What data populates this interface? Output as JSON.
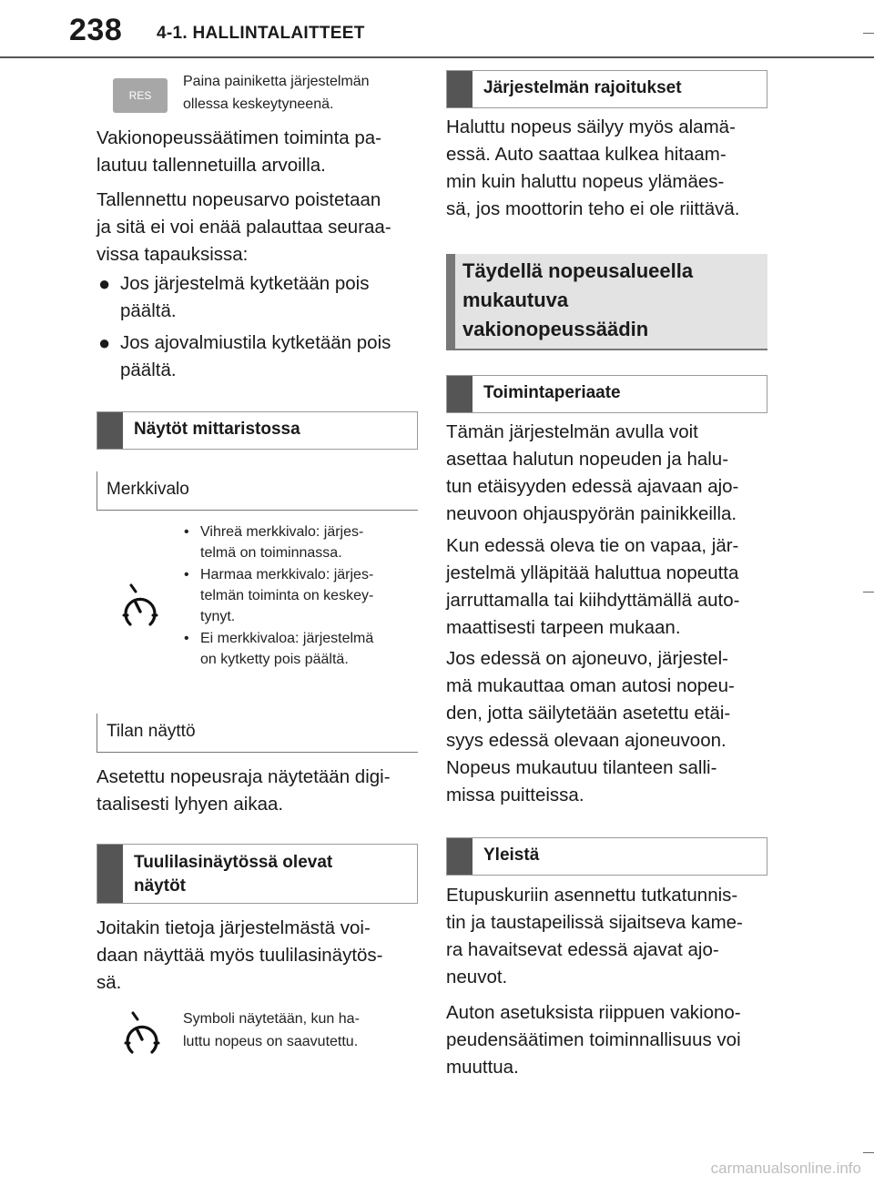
{
  "header": {
    "page_number": "238",
    "section": "4-1. HALLINTALAITTEET"
  },
  "left": {
    "res": {
      "button_label": "RES",
      "desc_line1": "Paina painiketta järjestelmän",
      "desc_line2": "ollessa keskeytyneenä."
    },
    "p1": [
      "Vakionopeussäätimen toiminta pa-",
      "lautuu tallennetuilla arvoilla."
    ],
    "p2": [
      "Tallennettu nopeusarvo poistetaan",
      "ja sitä ei voi enää palauttaa seuraa-",
      "vissa tapauksissa:"
    ],
    "bullets": [
      [
        "Jos järjestelmä kytketään pois",
        "päältä."
      ],
      [
        "Jos ajovalmiustila kytketään pois",
        "päältä."
      ]
    ],
    "box1": "Näytöt mittaristossa",
    "sub1": "Merkkivalo",
    "indicator_list": [
      [
        "Vihreä merkkivalo: järjes-",
        "telmä on toiminnassa."
      ],
      [
        "Harmaa merkkivalo: järjes-",
        "telmän toiminta on keskey-",
        "tynyt."
      ],
      [
        "Ei merkkivaloa: järjestelmä",
        "on kytketty pois päältä."
      ]
    ],
    "sub2": "Tilan näyttö",
    "p3": [
      "Asetettu nopeusraja näytetään digi-",
      "taalisesti lyhyen aikaa."
    ],
    "box2": [
      "Tuulilasinäytössä olevat",
      "näytöt"
    ],
    "p4": [
      "Joitakin tietoja järjestelmästä voi-",
      "daan näyttää myös tuulilasinäytös-",
      "sä."
    ],
    "symbol_note": [
      "Symboli näytetään, kun ha-",
      "luttu nopeus on saavutettu."
    ]
  },
  "right": {
    "box1": "Järjestelmän rajoitukset",
    "p1": [
      "Haluttu nopeus säilyy myös alamä-",
      "essä. Auto saattaa kulkea hitaam-",
      "min kuin haluttu nopeus ylämäes-",
      "sä, jos moottorin teho ei ole riittävä."
    ],
    "gbox": [
      "Täydellä nopeusalueella",
      "mukautuva",
      "vakionopeussäädin"
    ],
    "box2": "Toimintaperiaate",
    "p2": [
      "Tämän järjestelmän avulla voit",
      "asettaa halutun nopeuden ja halu-",
      "tun etäisyyden edessä ajavaan ajo-",
      "neuvoon ohjauspyörän painikkeilla."
    ],
    "p3": [
      "Kun edessä oleva tie on vapaa, jär-",
      "jestelmä ylläpitää haluttua nopeutta",
      "jarruttamalla tai kiihdyttämällä auto-",
      "maattisesti tarpeen mukaan."
    ],
    "p4": [
      "Jos edessä on ajoneuvo, järjestel-",
      "mä mukauttaa oman autosi nopeu-",
      "den, jotta säilytetään asetettu etäi-",
      "syys edessä olevaan ajoneuvoon.",
      "Nopeus mukautuu tilanteen salli-",
      "missa puitteissa."
    ],
    "box3": "Yleistä",
    "p5": [
      "Etupuskuriin asennettu tutkatunnis-",
      "tin ja taustapeilissä sijaitseva kame-",
      "ra havaitsevat edessä ajavat ajo-",
      "neuvot."
    ],
    "p6": [
      "Auton asetuksista riippuen vakiono-",
      "peudensäätimen toiminnallisuus voi",
      "muuttua."
    ]
  },
  "watermark": "carmanualsonline.info"
}
